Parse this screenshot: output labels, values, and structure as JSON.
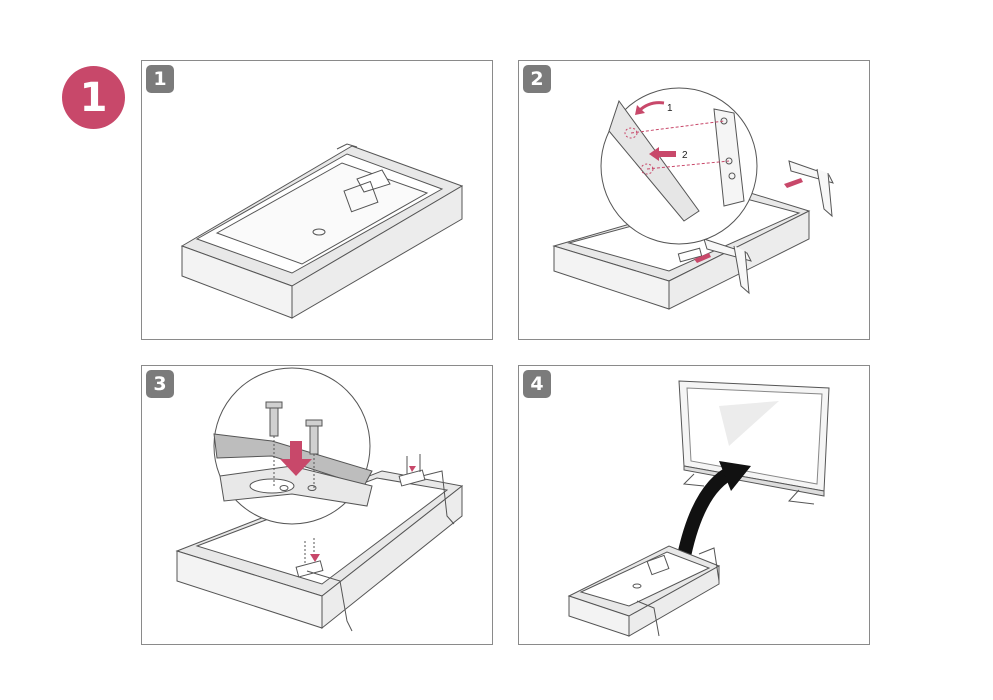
{
  "step": {
    "number": "1"
  },
  "panels": [
    {
      "badge": "1"
    },
    {
      "badge": "2",
      "callouts": [
        "1",
        "2"
      ]
    },
    {
      "badge": "3"
    },
    {
      "badge": "4"
    }
  ],
  "colors": {
    "accent": "#c8486a",
    "badge": "#7b7b7b",
    "panel_border": "#8a8a8a",
    "line": "#555555",
    "cushion": "#e6e6e6"
  }
}
